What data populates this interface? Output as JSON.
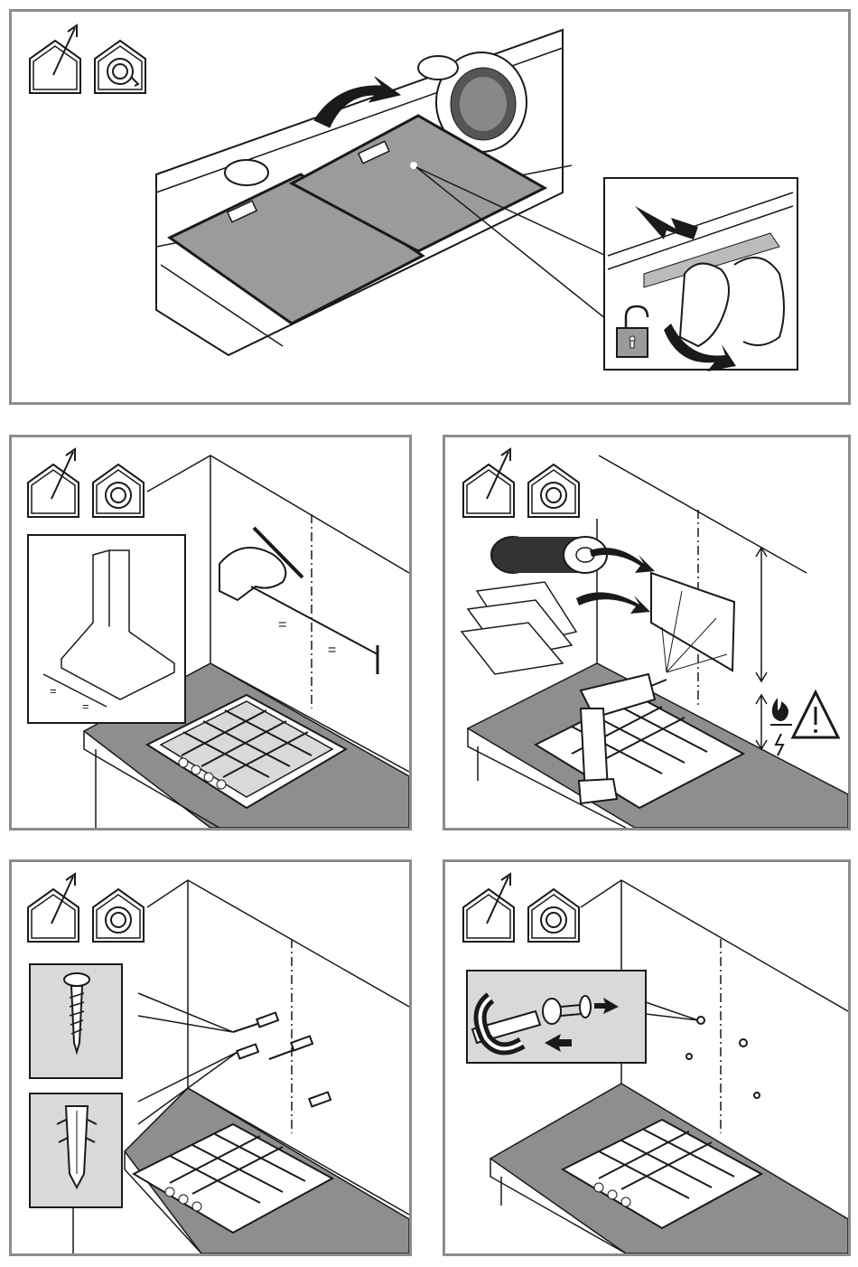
{
  "document": {
    "panels": [
      {
        "id": "filter-removal",
        "icons": [
          "indoor-exhaust-icon",
          "recirculation-icon"
        ],
        "inset_icon": "unlock-icon"
      },
      {
        "id": "marking-wall",
        "icons": [
          "indoor-exhaust-icon",
          "recirculation-icon"
        ],
        "marks": [
          "=",
          "=",
          "=",
          "="
        ]
      },
      {
        "id": "drilling-template",
        "icons": [
          "indoor-exhaust-icon",
          "recirculation-icon"
        ],
        "warning_icons": [
          "gas-flame-icon",
          "warning-triangle-icon",
          "electric-bolt-icon"
        ]
      },
      {
        "id": "wall-plugs-screws",
        "icons": [
          "indoor-exhaust-icon",
          "recirculation-icon"
        ],
        "insets": [
          "screw-icon",
          "wall-plug-icon"
        ]
      },
      {
        "id": "screw-tightening",
        "icons": [
          "indoor-exhaust-icon",
          "recirculation-icon"
        ],
        "insets": [
          "screwdriver-icon"
        ]
      }
    ],
    "colors": {
      "frame": "#8c8c8c",
      "line": "#1a1a1a",
      "fill_gray": "#9b9b9b",
      "fill_light": "#d9d9d9",
      "counter": "#8e8e8e"
    }
  }
}
